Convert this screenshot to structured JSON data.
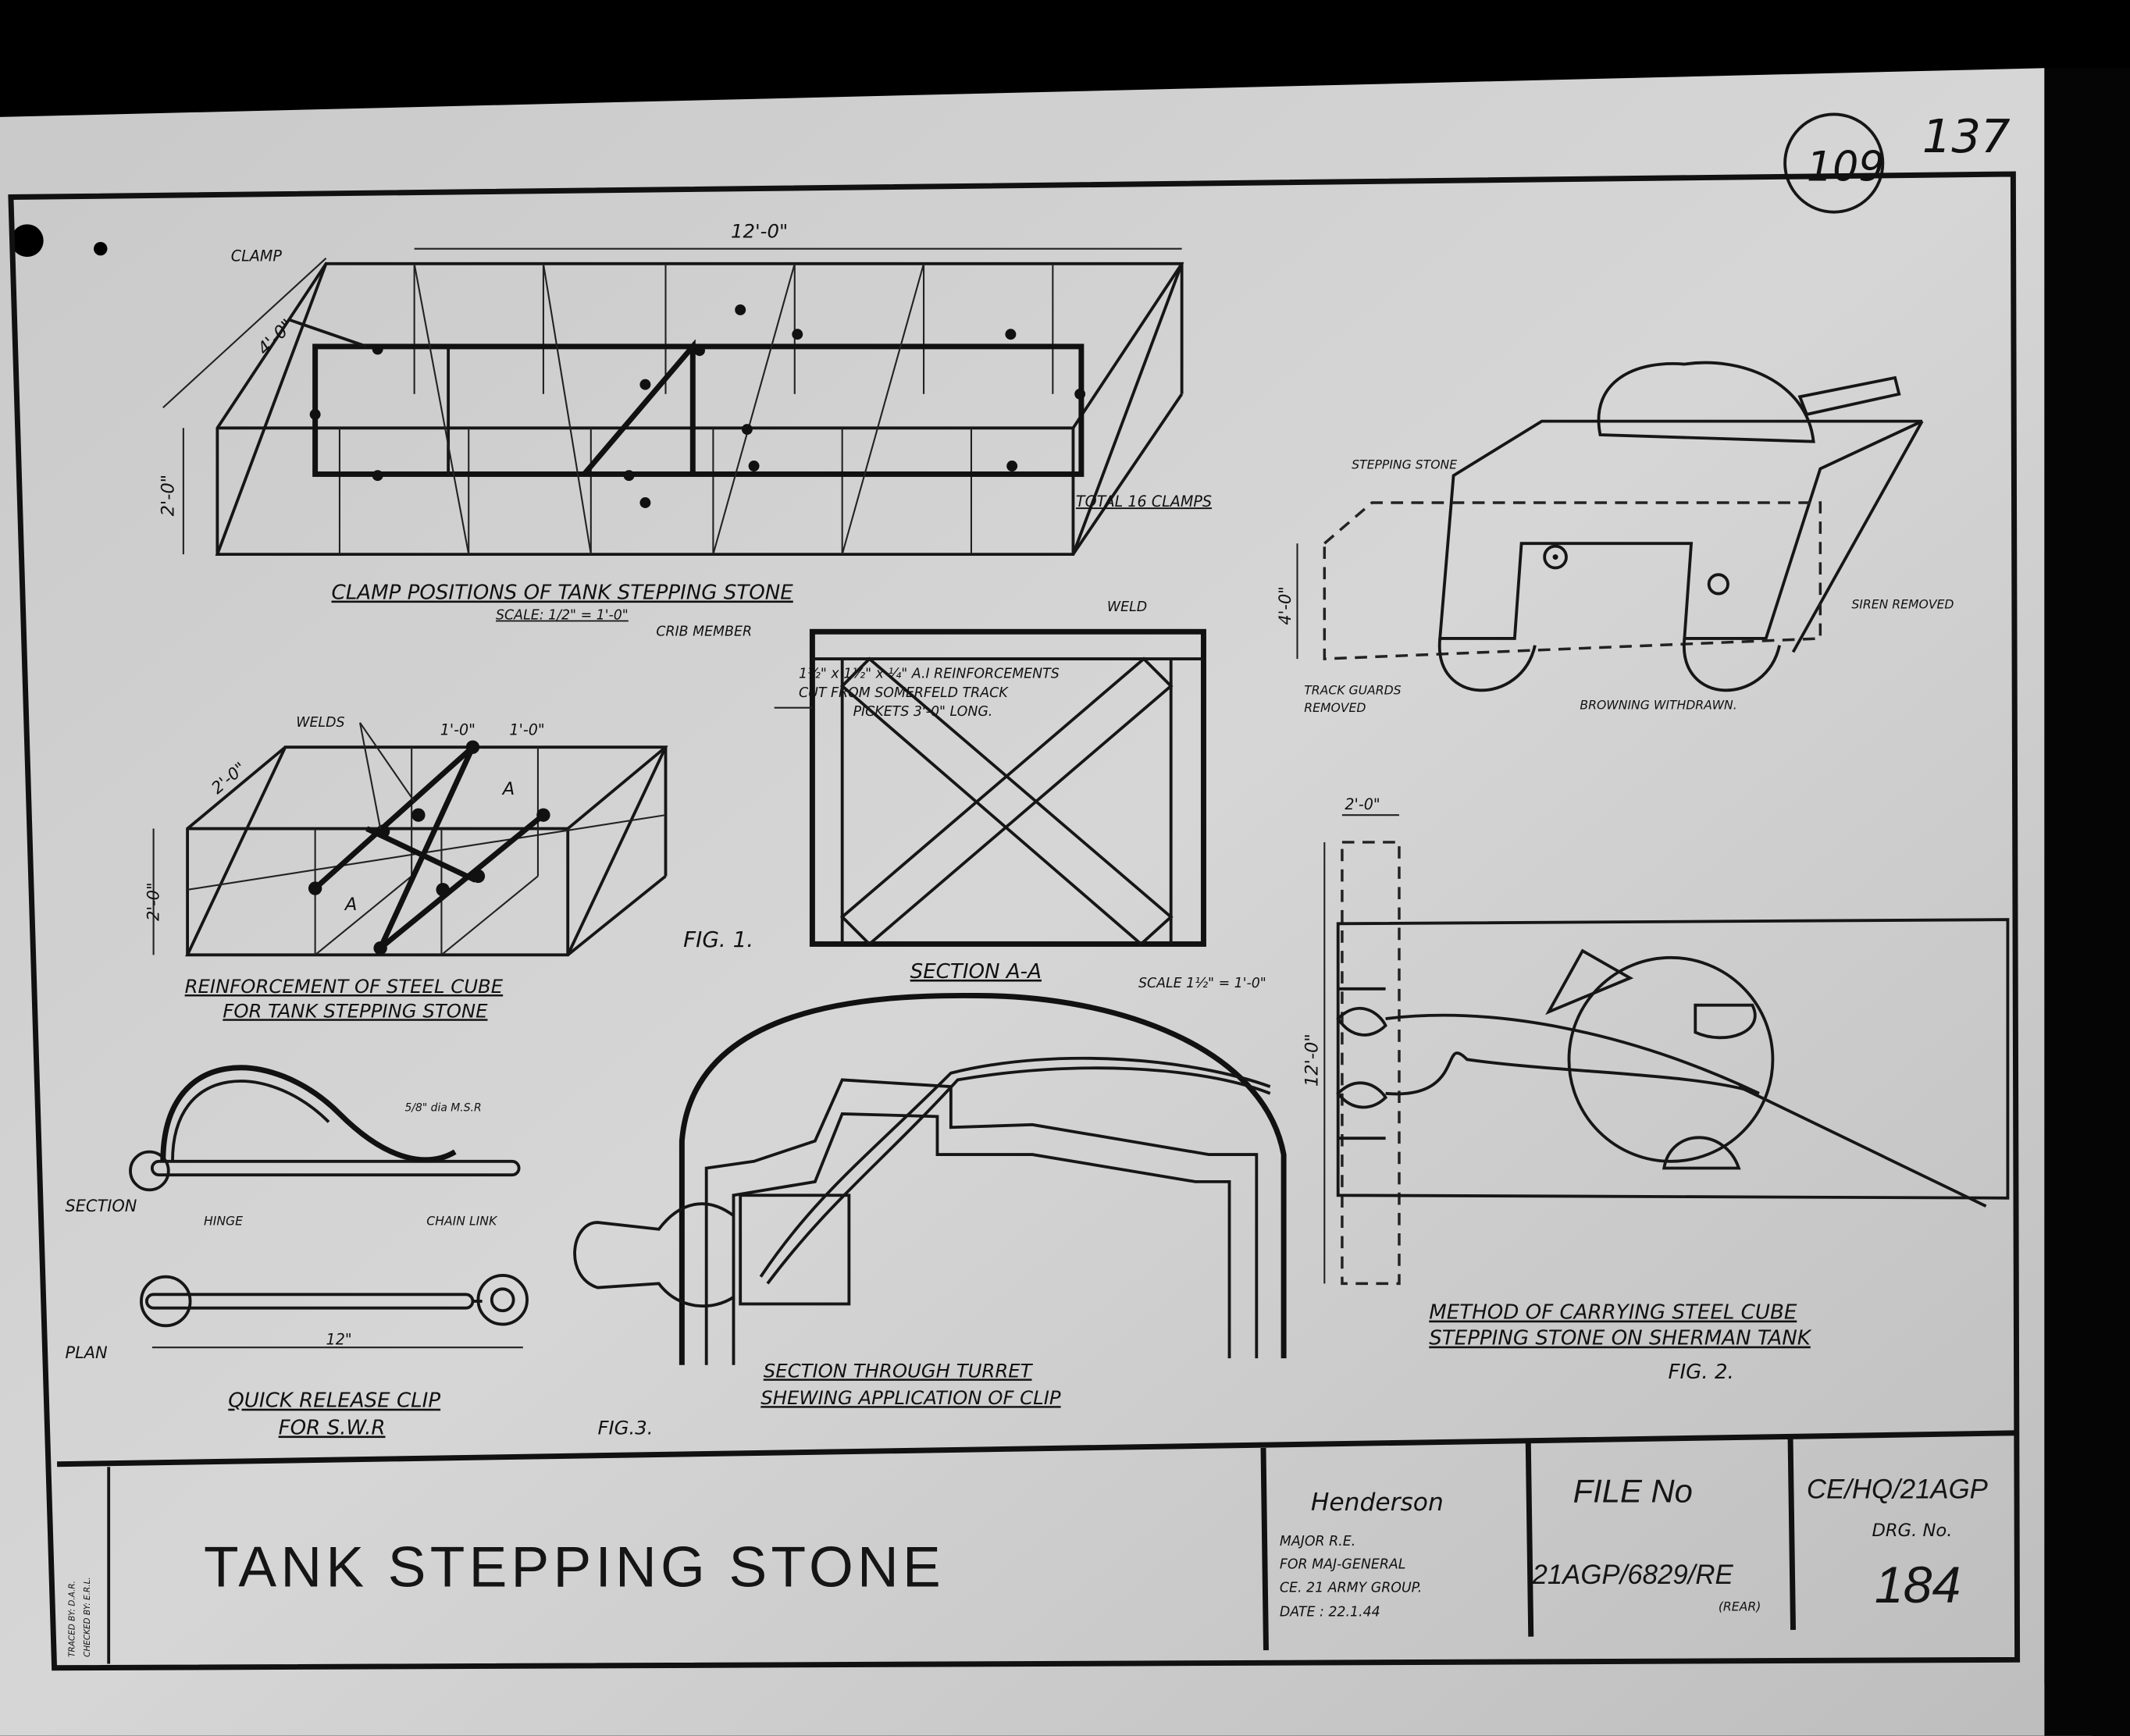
{
  "sheet_marks": {
    "circled_number": "109",
    "page_number": "137"
  },
  "fig1": {
    "top_dimension": "12'-0\"",
    "depth_dimension": "4'-0\"",
    "height_dimension": "2'-0\"",
    "clamp_label": "CLAMP",
    "total_clamps": "TOTAL 16 CLAMPS",
    "caption": "CLAMP POSITIONS OF TANK STEPPING STONE",
    "scale": "SCALE: 1/2\" = 1'-0\""
  },
  "reinforcement": {
    "note_line1": "1½\" x 1½\" x ¼\" A.I REINFORCEMENTS",
    "note_line2": "CUT FROM SOMERFELD TRACK",
    "note_line3": "PICKETS 3'-0\" LONG.",
    "welds_label": "WELDS",
    "dim_a": "1'-0\"",
    "dim_b": "1'-0\"",
    "depth_dimension": "2'-0\"",
    "height_dimension": "2'-0\"",
    "section_mark": "A",
    "caption_line1": "REINFORCEMENT OF STEEL CUBE",
    "caption_line2": "FOR TANK STEPPING STONE",
    "fig_label": "FIG. 1."
  },
  "section_aa": {
    "crib_member": "CRIB MEMBER",
    "weld": "WELD",
    "caption": "SECTION A-A",
    "scale": "SCALE 1½\" = 1'-0\""
  },
  "tank_view": {
    "stepping_stone": "STEPPING STONE",
    "siren_removed": "SIREN REMOVED",
    "track_guards_line1": "TRACK GUARDS",
    "track_guards_line2": "REMOVED",
    "browning": "BROWNING WITHDRAWN.",
    "height_dimension": "4'-0\""
  },
  "fig2": {
    "width_dimension": "2'-0\"",
    "length_dimension": "12'-0\"",
    "caption_line1": "METHOD OF CARRYING STEEL CUBE",
    "caption_line2": "STEPPING STONE ON SHERMAN TANK",
    "fig_label": "FIG. 2."
  },
  "clip": {
    "rod_label": "5/8\" dia M.S.R",
    "section_label": "SECTION",
    "hinge_label": "HINGE",
    "chain_link_label": "CHAIN LINK",
    "plan_label": "PLAN",
    "length_dimension": "12\"",
    "caption_line1": "QUICK RELEASE CLIP",
    "caption_line2": "FOR S.W.R",
    "fig_label": "FIG.3."
  },
  "turret": {
    "caption_line1": "SECTION THROUGH TURRET",
    "caption_line2": "SHEWING APPLICATION OF CLIP"
  },
  "title_block": {
    "traced_by": "TRACED BY: D.A.R.",
    "checked_by": "CHECKED BY: E.R.L.",
    "title": "TANK STEPPING STONE",
    "signature": "Henderson",
    "rank": "MAJOR R.E.",
    "for_line": "FOR MAJ-GENERAL",
    "unit_line": "CE. 21 ARMY GROUP.",
    "date": "DATE : 22.1.44",
    "file_label": "FILE No",
    "file_number": "21AGP/6829/RE",
    "file_suffix": "(REAR)",
    "office": "CE/HQ/21AGP",
    "drg_label": "DRG. No.",
    "drg_number": "184"
  }
}
